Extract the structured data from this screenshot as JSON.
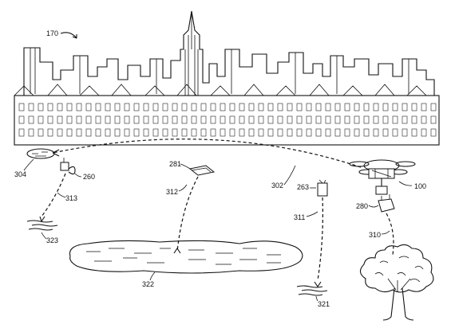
{
  "labels": {
    "skyline": "170",
    "drone": "100",
    "pond_spot": "304",
    "item_260": "260",
    "item_281": "281",
    "item_263": "263",
    "item_280": "280",
    "path_302": "302",
    "path_310": "310",
    "path_311": "311",
    "path_312": "312",
    "path_313": "313",
    "lake": "322",
    "water_321": "321",
    "water_323": "323"
  }
}
